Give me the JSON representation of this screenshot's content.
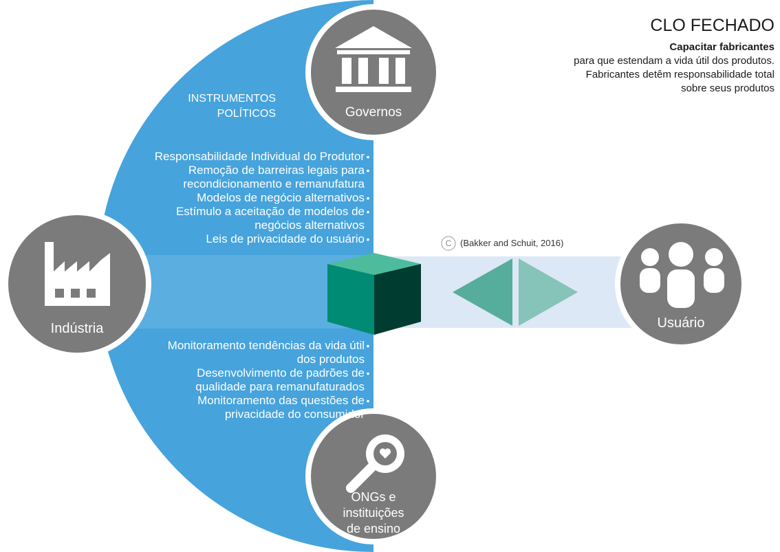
{
  "header": {
    "title": "CLO FECHADO",
    "subtitle_bold": "Capacitar fabricantes",
    "description_lines": [
      "para que estendam a vida útil dos produtos.",
      "Fabricantes detêm responsabilidade total",
      "sobre seus produtos"
    ]
  },
  "policy_heading_lines": [
    "INSTRUMENTOS",
    "POLÍTICOS"
  ],
  "top_items": [
    [
      "Responsabilidade Individual do Produtor"
    ],
    [
      "Remoção de barreiras legais para",
      "recondicionamento e remanufatura"
    ],
    [
      "Modelos de negócio alternativos"
    ],
    [
      "Estímulo a aceitação de modelos de",
      "negócios alternativos"
    ],
    [
      "Leis de privacidade do usuário"
    ]
  ],
  "bottom_items": [
    [
      "Monitoramento tendências da vida útil",
      "dos produtos"
    ],
    [
      "Desenvolvimento de padrões de",
      "qualidade para remanufaturados"
    ],
    [
      "Monitoramento das questões de",
      "privacidade do consumidor"
    ]
  ],
  "actors": {
    "governos": "Governos",
    "industria": "Indústria",
    "ongs_lines": [
      "ONGs e",
      "instituições",
      "de ensino"
    ],
    "usuario": "Usuário"
  },
  "citation": {
    "symbol": "C",
    "text": "(Bakker and Schuit, 2016)"
  },
  "icons": {
    "governos": "government-building-icon",
    "industria": "factory-icon",
    "ongs": "magnifier-heart-icon",
    "usuario": "people-group-icon",
    "center": "cube-icon",
    "arrows": "bidirectional-triangle-arrows-icon"
  },
  "colors": {
    "blue": "#46a3dc",
    "band": "#5aaee0",
    "band_light": "#dce8f5",
    "gray_circle": "#7b7b7b",
    "cube_top": "#4dbc9c",
    "cube_left": "#008b74",
    "cube_right": "#003d30",
    "arrow_left": "#56ad9b",
    "arrow_right": "#86c3b9"
  }
}
